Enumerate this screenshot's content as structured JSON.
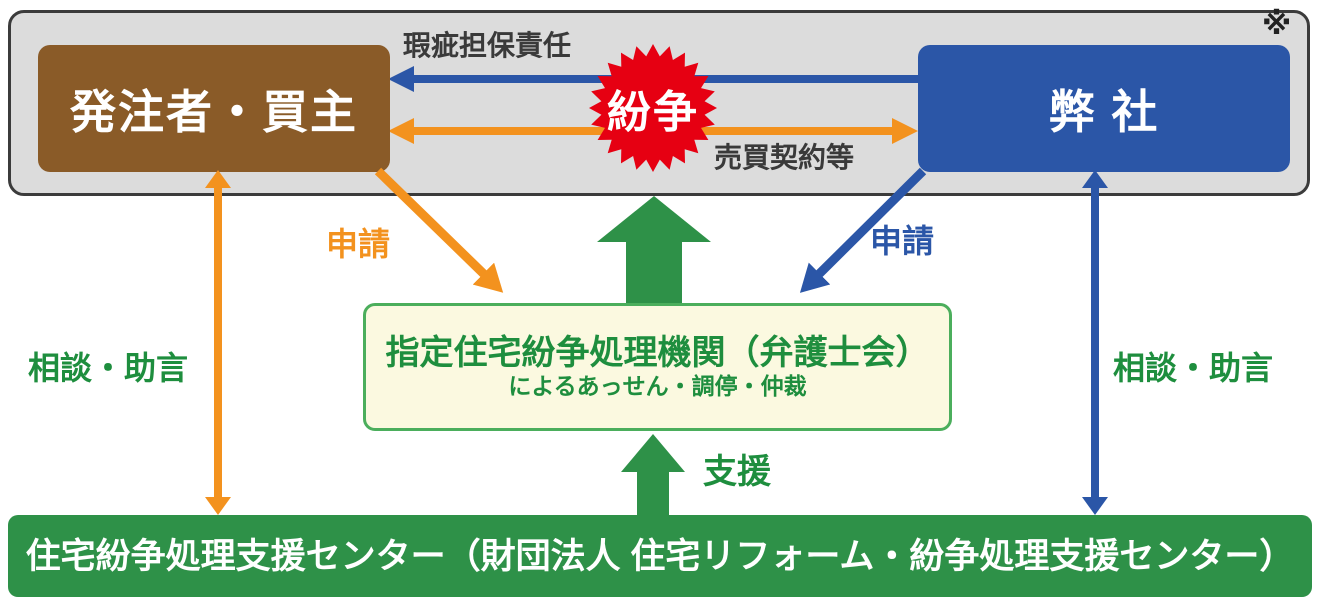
{
  "reference_mark": "※",
  "top_band": {
    "owner_box_label": "発注者・買主",
    "company_box_label": "弊 社",
    "dispute_burst_label": "紛争",
    "defect_liability_arrow_label": "瑕疵担保責任",
    "sales_contract_arrow_label": "売買契約等"
  },
  "center_box": {
    "line1": "指定住宅紛争処理機関（弁護士会）",
    "line2": "によるあっせん・調停・仲裁"
  },
  "labels": {
    "application_left": "申請",
    "application_right": "申請",
    "consultation_left": "相談・助言",
    "consultation_right": "相談・助言",
    "support": "支援"
  },
  "bottom_bar": {
    "label": "住宅紛争処理支援センター（財団法人 住宅リフォーム・紛争処理支援センター）"
  },
  "colors": {
    "brown": "#8a5b28",
    "blue": "#2b56a7",
    "orange": "#f3921e",
    "green": "#2e9148",
    "green_text": "#1e8e3e",
    "red": "#e60012",
    "band_gray": "#dcdcdc",
    "band_border": "#3b3b3b",
    "cream": "#fbf9e0",
    "cream_border": "#4bae5c"
  }
}
